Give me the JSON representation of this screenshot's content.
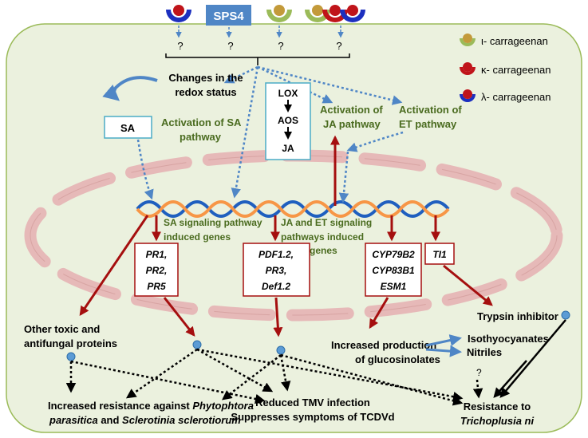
{
  "colors": {
    "cell_fill": "#ebf1de",
    "cell_stroke": "#9bbb59",
    "organelle": "#e6b9b8",
    "dna_blue": "#1f5fbf",
    "dna_orange": "#f79646",
    "dark_red": "#a50f0f",
    "blue_arrow": "#4f86c6",
    "text_green": "#4a6b1f",
    "sps4_box": "#4f86c6",
    "iota": "#9a7a2a",
    "kappa": "#c0141a",
    "lambda": "#1c2fbf"
  },
  "top": {
    "sps4": "SPS4",
    "q1": "?",
    "q2": "?",
    "q3": "?",
    "q4": "?"
  },
  "legend": {
    "iota": "ι- carrageenan",
    "kappa": "κ- carrageenan",
    "lambda": "λ- carrageenan"
  },
  "labels": {
    "redox_1": "Changes in the",
    "redox_2": "redox status",
    "sa_box": "SA",
    "sa_act_1": "Activation of SA",
    "sa_act_2": "pathway",
    "lox": "LOX",
    "aos": "AOS",
    "ja": "JA",
    "ja_act_1": "Activation of",
    "ja_act_2": "JA pathway",
    "et_act_1": "Activation of",
    "et_act_2": "ET pathway",
    "sa_genes_1": "SA signaling pathway",
    "sa_genes_2": "induced genes",
    "jaet_genes_1": "JA and ET signaling",
    "jaet_genes_2": "pathways induced",
    "jaet_genes_3": "genes"
  },
  "boxes": {
    "pr_1": "PR1,",
    "pr_2": "PR2,",
    "pr_3": "PR5",
    "pdf_1": "PDF1.2,",
    "pdf_2": "PR3,",
    "pdf_3": "Def1.2",
    "cyp_1": "CYP79B2",
    "cyp_2": "CYP83B1",
    "cyp_3": "ESM1",
    "ti": "TI1"
  },
  "outcomes": {
    "toxic_1": "Other toxic and",
    "toxic_2": "antifungal proteins",
    "trypsin": "Trypsin inhibitor",
    "glucos_1": "Increased production",
    "glucos_2": "of glucosinolates",
    "isothio": "Isothyocyanates",
    "nitriles": "Nitriles",
    "q5": "?",
    "resist_a": "Increased resistance against ",
    "resist_b": "Phytophtora",
    "resist_c": "parasitica",
    "resist_d": " and ",
    "resist_e": "Sclerotinia sclerotiorum",
    "tmv": "Reduced TMV infection",
    "tcdvd": "Suppresses symptoms of TCDVd",
    "tricho_1": "Resistance to",
    "tricho_2": "Trichoplusia ni"
  }
}
